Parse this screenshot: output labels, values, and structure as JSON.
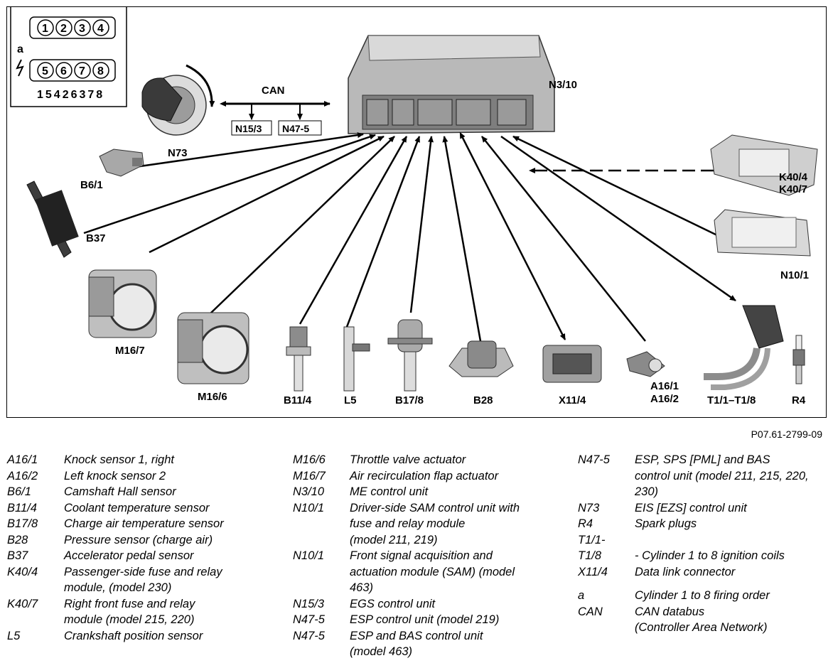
{
  "diagram": {
    "figure_id": "P07.61-2799-09",
    "firing_panel": {
      "bank_top": [
        "1",
        "2",
        "3",
        "4"
      ],
      "bank_bottom": [
        "5",
        "6",
        "7",
        "8"
      ],
      "side_label": "a",
      "firing_order": "15426378"
    },
    "can_label": "CAN",
    "boxes": [
      "N15/3",
      "N47-5"
    ],
    "component_labels": {
      "n3_10": "N3/10",
      "n73": "N73",
      "b6_1": "B6/1",
      "b37": "B37",
      "m16_7": "M16/7",
      "m16_6": "M16/6",
      "b11_4": "B11/4",
      "l5": "L5",
      "b17_8": "B17/8",
      "b28": "B28",
      "x11_4": "X11/4",
      "a16_1": "A16/1",
      "a16_2": "A16/2",
      "t1": "T1/1–T1/8",
      "r4": "R4",
      "k40_4": "K40/4",
      "k40_7": "K40/7",
      "n10_1": "N10/1"
    }
  },
  "legend": {
    "col1": [
      {
        "code": "A16/1",
        "desc": "Knock sensor 1, right"
      },
      {
        "code": "A16/2",
        "desc": "Left knock sensor 2"
      },
      {
        "code": "B6/1",
        "desc": "Camshaft Hall sensor"
      },
      {
        "code": "B11/4",
        "desc": "Coolant temperature sensor"
      },
      {
        "code": "B17/8",
        "desc": "Charge air temperature sensor"
      },
      {
        "code": "B28",
        "desc": "Pressure sensor (charge air)"
      },
      {
        "code": "B37",
        "desc": "Accelerator pedal sensor"
      },
      {
        "code": "K40/4",
        "desc": "Passenger-side fuse and relay\nmodule, (model 230)"
      },
      {
        "code": "K40/7",
        "desc": "Right front fuse and relay\nmodule (model 215, 220)"
      },
      {
        "code": "L5",
        "desc": "Crankshaft position sensor"
      }
    ],
    "col2": [
      {
        "code": "M16/6",
        "desc": "Throttle valve actuator"
      },
      {
        "code": "M16/7",
        "desc": "Air recirculation flap actuator"
      },
      {
        "code": "N3/10",
        "desc": "ME control unit"
      },
      {
        "code": "N10/1",
        "desc": "Driver-side SAM control unit with\nfuse and relay module\n(model 211, 219)"
      },
      {
        "code": "N10/1",
        "desc": "Front signal acquisition and\nactuation module (SAM) (model\n463)"
      },
      {
        "code": "N15/3",
        "desc": "EGS control unit"
      },
      {
        "code": "N47-5",
        "desc": "ESP control unit (model 219)"
      },
      {
        "code": "N47-5",
        "desc": "ESP and BAS control unit\n(model 463)"
      }
    ],
    "col3": [
      {
        "code": "N47-5",
        "desc": "ESP, SPS [PML] and BAS\ncontrol unit (model 211, 215, 220,\n230)"
      },
      {
        "code": "N73",
        "desc": "EIS [EZS] control unit"
      },
      {
        "code": "R4",
        "desc": "Spark plugs"
      },
      {
        "code": "T1/1-\nT1/8",
        "desc": "\n- Cylinder 1 to 8 ignition coils"
      },
      {
        "code": "X11/4",
        "desc": "Data link connector"
      },
      {
        "code": "a",
        "desc": "Cylinder 1 to 8 firing order"
      },
      {
        "code": "CAN",
        "desc": "CAN databus\n(Controller Area Network)"
      }
    ]
  }
}
